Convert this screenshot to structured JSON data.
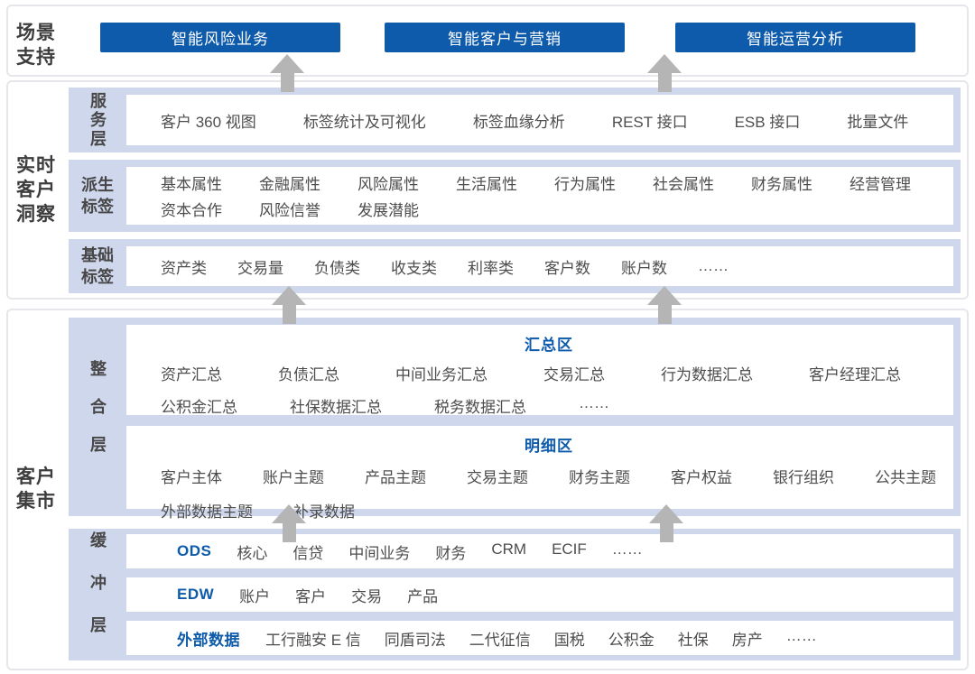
{
  "colors": {
    "accent_blue": "#0e5bab",
    "band_lavender": "#cfd7ec",
    "arrow_gray": "#b5b5b5"
  },
  "scene_support": {
    "label": "场景支持",
    "buttons": [
      "智能风险业务",
      "智能客户与营销",
      "智能运营分析"
    ]
  },
  "realtime_insight": {
    "label": "实时客户洞察",
    "service_layer": {
      "label": "服务层",
      "items": [
        "客户 360 视图",
        "标签统计及可视化",
        "标签血缘分析",
        "REST 接口",
        "ESB 接口",
        "批量文件"
      ]
    },
    "derived_tags": {
      "label": "派生标签",
      "line1": [
        "基本属性",
        "金融属性",
        "风险属性",
        "生活属性",
        "行为属性",
        "社会属性",
        "财务属性",
        "经营管理"
      ],
      "line2": [
        "资本合作",
        "风险信誉",
        "发展潜能"
      ]
    },
    "base_tags": {
      "label": "基础标签",
      "items": [
        "资产类",
        "交易量",
        "负债类",
        "收支类",
        "利率类",
        "客户数",
        "账户数",
        "……"
      ]
    }
  },
  "customer_mart": {
    "label": "客户集市",
    "integration_layer": {
      "label": "整合层",
      "summary_zone": {
        "title": "汇总区",
        "line1": [
          "资产汇总",
          "负债汇总",
          "中间业务汇总",
          "交易汇总",
          "行为数据汇总",
          "客户经理汇总"
        ],
        "line2": [
          "公积金汇总",
          "社保数据汇总",
          "税务数据汇总",
          "……"
        ]
      },
      "detail_zone": {
        "title": "明细区",
        "line1": [
          "客户主体",
          "账户主题",
          "产品主题",
          "交易主题",
          "财务主题",
          "客户权益",
          "银行组织",
          "公共主题"
        ],
        "line2": [
          "外部数据主题",
          "补录数据"
        ]
      }
    },
    "buffer_layer": {
      "label": "缓冲层",
      "ods": {
        "name": "ODS",
        "items": [
          "核心",
          "信贷",
          "中间业务",
          "财务",
          "CRM",
          "ECIF",
          "……"
        ]
      },
      "edw": {
        "name": "EDW",
        "items": [
          "账户",
          "客户",
          "交易",
          "产品"
        ]
      },
      "external": {
        "name": "外部数据",
        "items": [
          "工行融安 E 信",
          "同盾司法",
          "二代征信",
          "国税",
          "公积金",
          "社保",
          "房产",
          "……"
        ]
      }
    }
  }
}
